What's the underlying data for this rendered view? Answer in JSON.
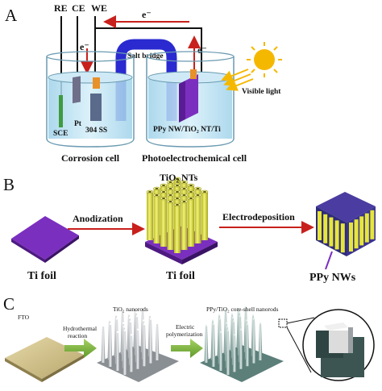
{
  "panel_a": {
    "letter": "A",
    "electrodes": {
      "re": "RE",
      "ce": "CE",
      "we": "WE"
    },
    "electron": "e⁻",
    "salt_bridge": "Salt bridge",
    "sce": "SCE",
    "pt": "Pt",
    "ss": "304 SS",
    "photoanode": "PPy NW/TiO₂ NT/Ti",
    "visible_light": "Visible light",
    "corrosion_cell": "Corrosion cell",
    "pec_cell": "Photoelectrochemical cell"
  },
  "panel_b": {
    "letter": "B",
    "ti_foil_left": "Ti foil",
    "anodization": "Anodization",
    "tio2_nts": "TiO₂ NTs",
    "ti_foil_mid": "Ti foil",
    "electrodeposition": "Electrodeposition",
    "ppy_nws": "PPy NWs"
  },
  "panel_c": {
    "letter": "C",
    "fto": "FTO",
    "hydrothermal_1": "Hydrothermal",
    "hydrothermal_2": "reaction",
    "tio2_nanorods": "TiO₂ nanorods",
    "electric_1": "Electric",
    "electric_2": "polymerization",
    "core_shell": "PPy/TiO₂ core-shell nanorods"
  },
  "colors": {
    "wire": "#111111",
    "arrow_red": "#c8201c",
    "bridge_blue": "#2a2ad0",
    "water": "#bfe3f2",
    "ppy_purple": "#7b2fbf",
    "nanotube_yellow": "#e6e63a",
    "sun": "#f5b800",
    "green_arrow": "#7fb43c"
  }
}
